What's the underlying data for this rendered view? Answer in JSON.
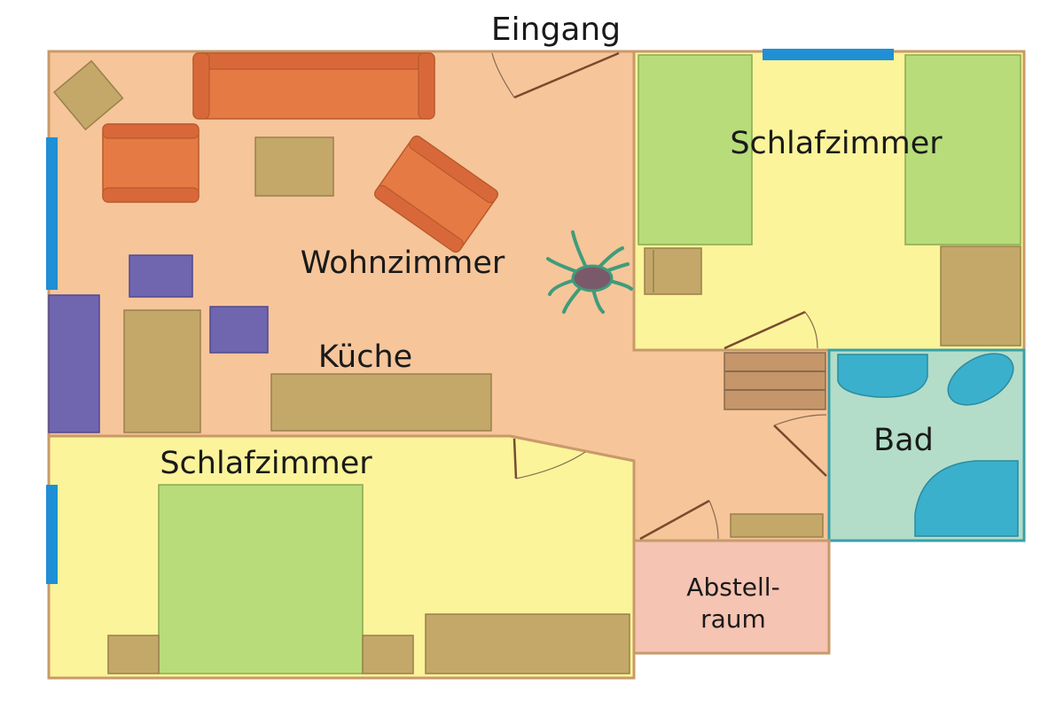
{
  "plan": {
    "entrance_label": "Eingang",
    "rooms": {
      "living": "Wohnzimmer",
      "kitchen": "Küche",
      "bedroom_top": "Schlafzimmer",
      "bedroom_bottom": "Schlafzimmer",
      "bath": "Bad",
      "storage_line1": "Abstell-",
      "storage_line2": "raum"
    },
    "colors": {
      "living_floor": "#f6c59a",
      "bedroom_floor": "#fbf49a",
      "bath_floor": "#b3ddc9",
      "storage_floor": "#f5c4b2",
      "sofa": "#e67a45",
      "table": "#c4a86a",
      "bed": "#b8dc7a",
      "purple": "#7066b0",
      "window": "#1f8fd6",
      "bath_fixture": "#3ab0cc",
      "plant": "#3f9c7a"
    }
  }
}
